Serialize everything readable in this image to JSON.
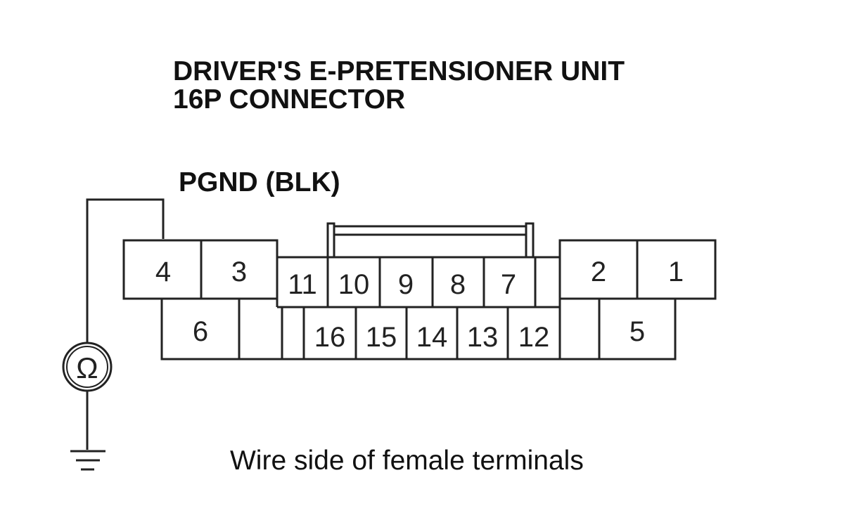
{
  "title": {
    "line1": "DRIVER'S E-PRETENSIONER UNIT",
    "line2": "16P CONNECTOR"
  },
  "pin_label": "PGND (BLK)",
  "caption": "Wire side of female terminals",
  "terminals": {
    "t1": "1",
    "t2": "2",
    "t3": "3",
    "t4": "4",
    "t5": "5",
    "t6": "6",
    "t7": "7",
    "t8": "8",
    "t9": "9",
    "t10": "10",
    "t11": "11",
    "t12": "12",
    "t13": "13",
    "t14": "14",
    "t15": "15",
    "t16": "16"
  },
  "ohmmeter_symbol": "Ω",
  "icons": {
    "ohmmeter": "ohmmeter-icon",
    "ground": "ground-icon"
  },
  "colors": {
    "line": "#222222"
  }
}
